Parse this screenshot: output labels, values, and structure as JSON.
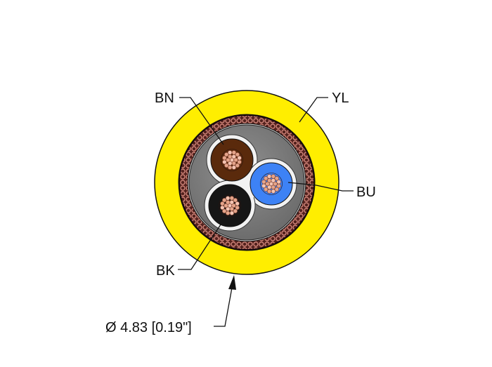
{
  "labels": {
    "brown_conductor": "BN",
    "jacket": "YL",
    "blue_conductor": "BU",
    "black_conductor": "BK",
    "diameter": "Ø 4.83 [0.19\"]"
  },
  "colors": {
    "jacket": "#ffee00",
    "braid_shield": "#a3453a",
    "filler": "#7b7b7b",
    "brown_insulation": "#5a2a0c",
    "blue_insulation": "#3d82f5",
    "black_insulation": "#161616",
    "copper": "#e4a48a"
  }
}
